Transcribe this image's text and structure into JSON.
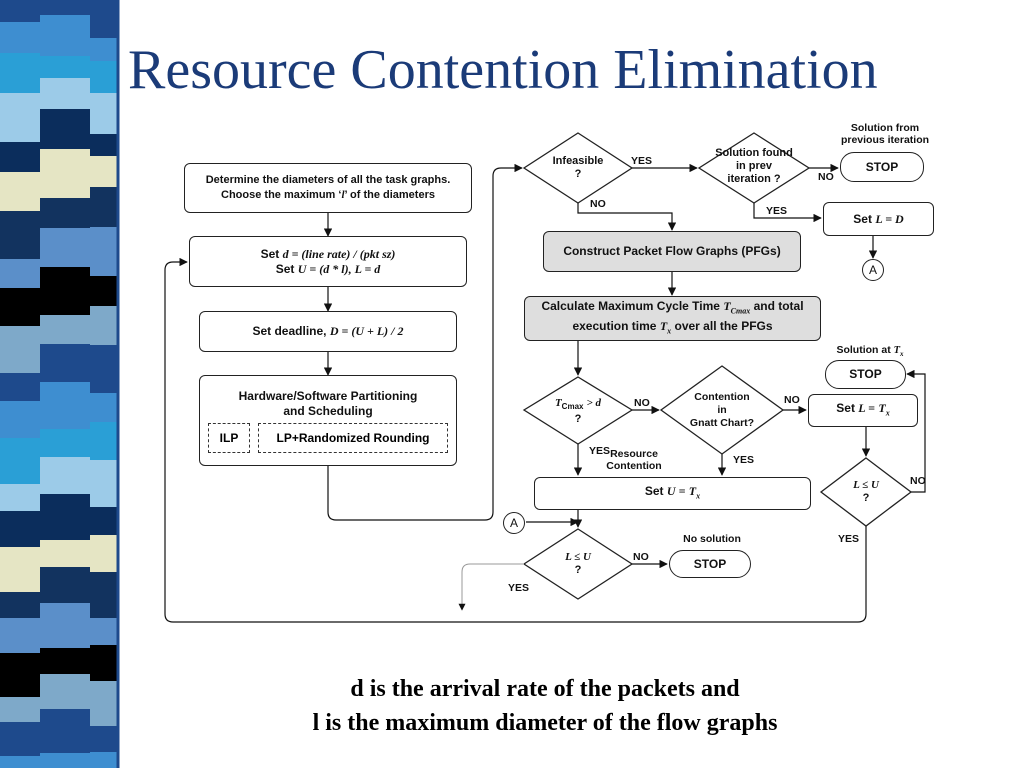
{
  "slide": {
    "title": "Resource Contention Elimination",
    "footer": {
      "line1": "d is the arrival rate of the packets and",
      "line2": "l is the maximum diameter of the flow graphs"
    }
  },
  "colors": {
    "title": "#1b3b78",
    "process_fill": "#dedede",
    "stripe": [
      "#1e4a8c",
      "#5b8fc9",
      "#0b2d5c",
      "#3e8ed0",
      "#000000",
      "#e5e5c4",
      "#2a9fd6",
      "#7ea9c9",
      "#12335f",
      "#9ccbe8"
    ]
  },
  "flowchart": {
    "determine": {
      "line1": "Determine the diameters of all the task graphs.",
      "line2_pre": "Choose the maximum ‘",
      "line2_var": "l",
      "line2_post": "’ of the diameters"
    },
    "set_d": {
      "set1": "Set",
      "expr1": "d = (line rate) / (pkt sz)",
      "set2": "Set",
      "expr2": "U = (d * l), L = d"
    },
    "deadline": {
      "label": "Set deadline,",
      "expr": "D = (U + L) / 2"
    },
    "hw_sw": {
      "line1": "Hardware/Software Partitioning",
      "line2": "and Scheduling",
      "opt1": "ILP",
      "opt2": "LP+Randomized Rounding"
    },
    "infeasible": {
      "line1": "Infeasible",
      "line2": "?"
    },
    "solution_found": {
      "line1": "Solution found",
      "line2": "in prev",
      "line3": "iteration ?"
    },
    "solution_prev_label": {
      "line1": "Solution from",
      "line2": "previous iteration"
    },
    "stop1": "STOP",
    "set_l_d": {
      "set": "Set",
      "expr": "L = D"
    },
    "connector_a1": "A",
    "construct_pfg": "Construct Packet Flow Graphs (PFGs)",
    "calc_cycle": {
      "pre": "Calculate Maximum Cycle Time",
      "t1": "T",
      "s1": "Cmax",
      "mid": "and total",
      "line2_pre": "execution time",
      "t2": "T",
      "s2": "x",
      "line2_post": "over all the PFGs"
    },
    "tcmax_decision": {
      "t": "T",
      "sub": "Cmax",
      "rest": "> d",
      "q": "?"
    },
    "contention": {
      "line1": "Contention",
      "line2": "in",
      "line3": "Gnatt Chart?"
    },
    "resource_contention": {
      "line1": "Resource",
      "line2": "Contention"
    },
    "solution_tx_label": {
      "pre": "Solution at",
      "t": "T",
      "s": "x"
    },
    "stop2": "STOP",
    "set_l_tx": {
      "set": "Set",
      "pre": "L =",
      "t": "T",
      "s": "x"
    },
    "l_le_u_right": {
      "expr": "L ≤ U",
      "q": "?"
    },
    "set_u_tx": {
      "set": "Set",
      "pre": "U =",
      "t": "T",
      "s": "x"
    },
    "connector_a2": "A",
    "l_le_u_bottom": {
      "expr": "L ≤ U",
      "q": "?"
    },
    "no_solution_label": "No solution",
    "stop3": "STOP",
    "edges": {
      "yes_infeasible": "YES",
      "no_infeasible": "NO",
      "no_solfound": "NO",
      "yes_solfound": "YES",
      "no_tcmax": "NO",
      "yes_tcmax": "YES",
      "no_contention": "NO",
      "yes_contention": "YES",
      "no_l_le_u_right": "NO",
      "yes_l_le_u_right": "YES",
      "no_l_le_u_bottom": "NO",
      "yes_l_le_u_bottom": "YES"
    }
  }
}
